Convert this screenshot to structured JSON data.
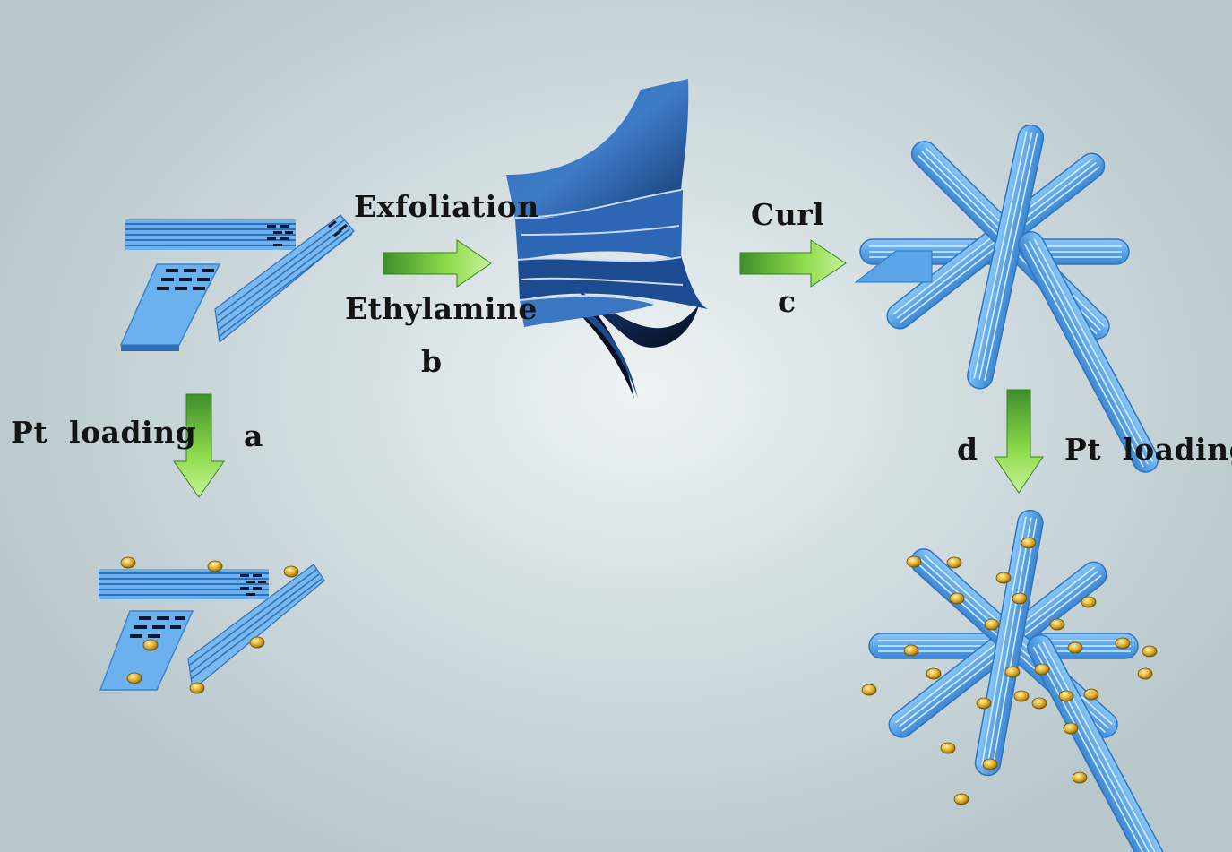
{
  "labels": {
    "exfoliation": "Exfoliation",
    "ethylamine": "Ethylamine",
    "step_b": "b",
    "curl": "Curl",
    "step_c": "c",
    "pt_loading_left": "Pt  loading",
    "step_a": "a",
    "step_d": "d",
    "pt_loading_right": "Pt  loading"
  },
  "colors": {
    "sheet_light": "#6ab0ee",
    "sheet_dark": "#1f4f9a",
    "arrow_green": "#7ad24a",
    "pt_particle": "#d4a017"
  }
}
